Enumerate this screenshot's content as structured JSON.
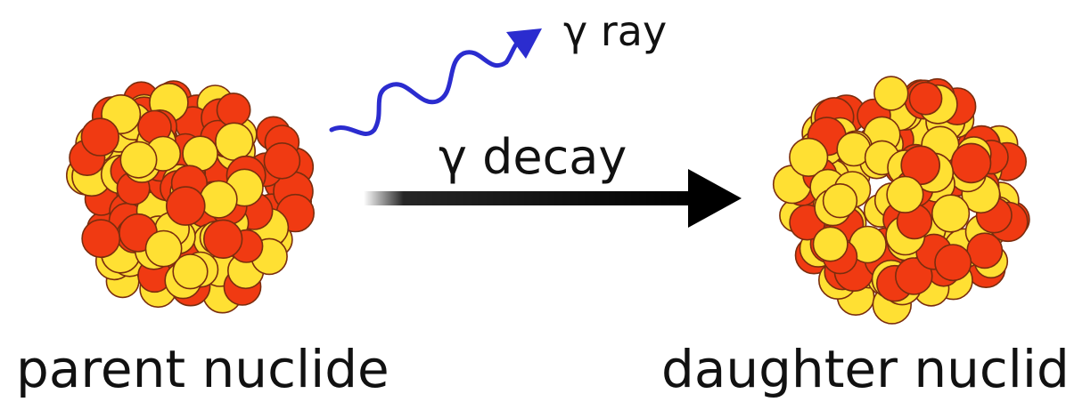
{
  "labels": {
    "gamma_ray": "γ ray",
    "gamma_decay": "γ decay",
    "parent": "parent nuclide",
    "daughter": "daughter nuclide"
  },
  "colors": {
    "proton": "#f03a12",
    "neutron": "#ffe033",
    "nucleon_outline": "#7a2d0e",
    "wave": "#2b2ccf",
    "arrow": "#000000"
  }
}
